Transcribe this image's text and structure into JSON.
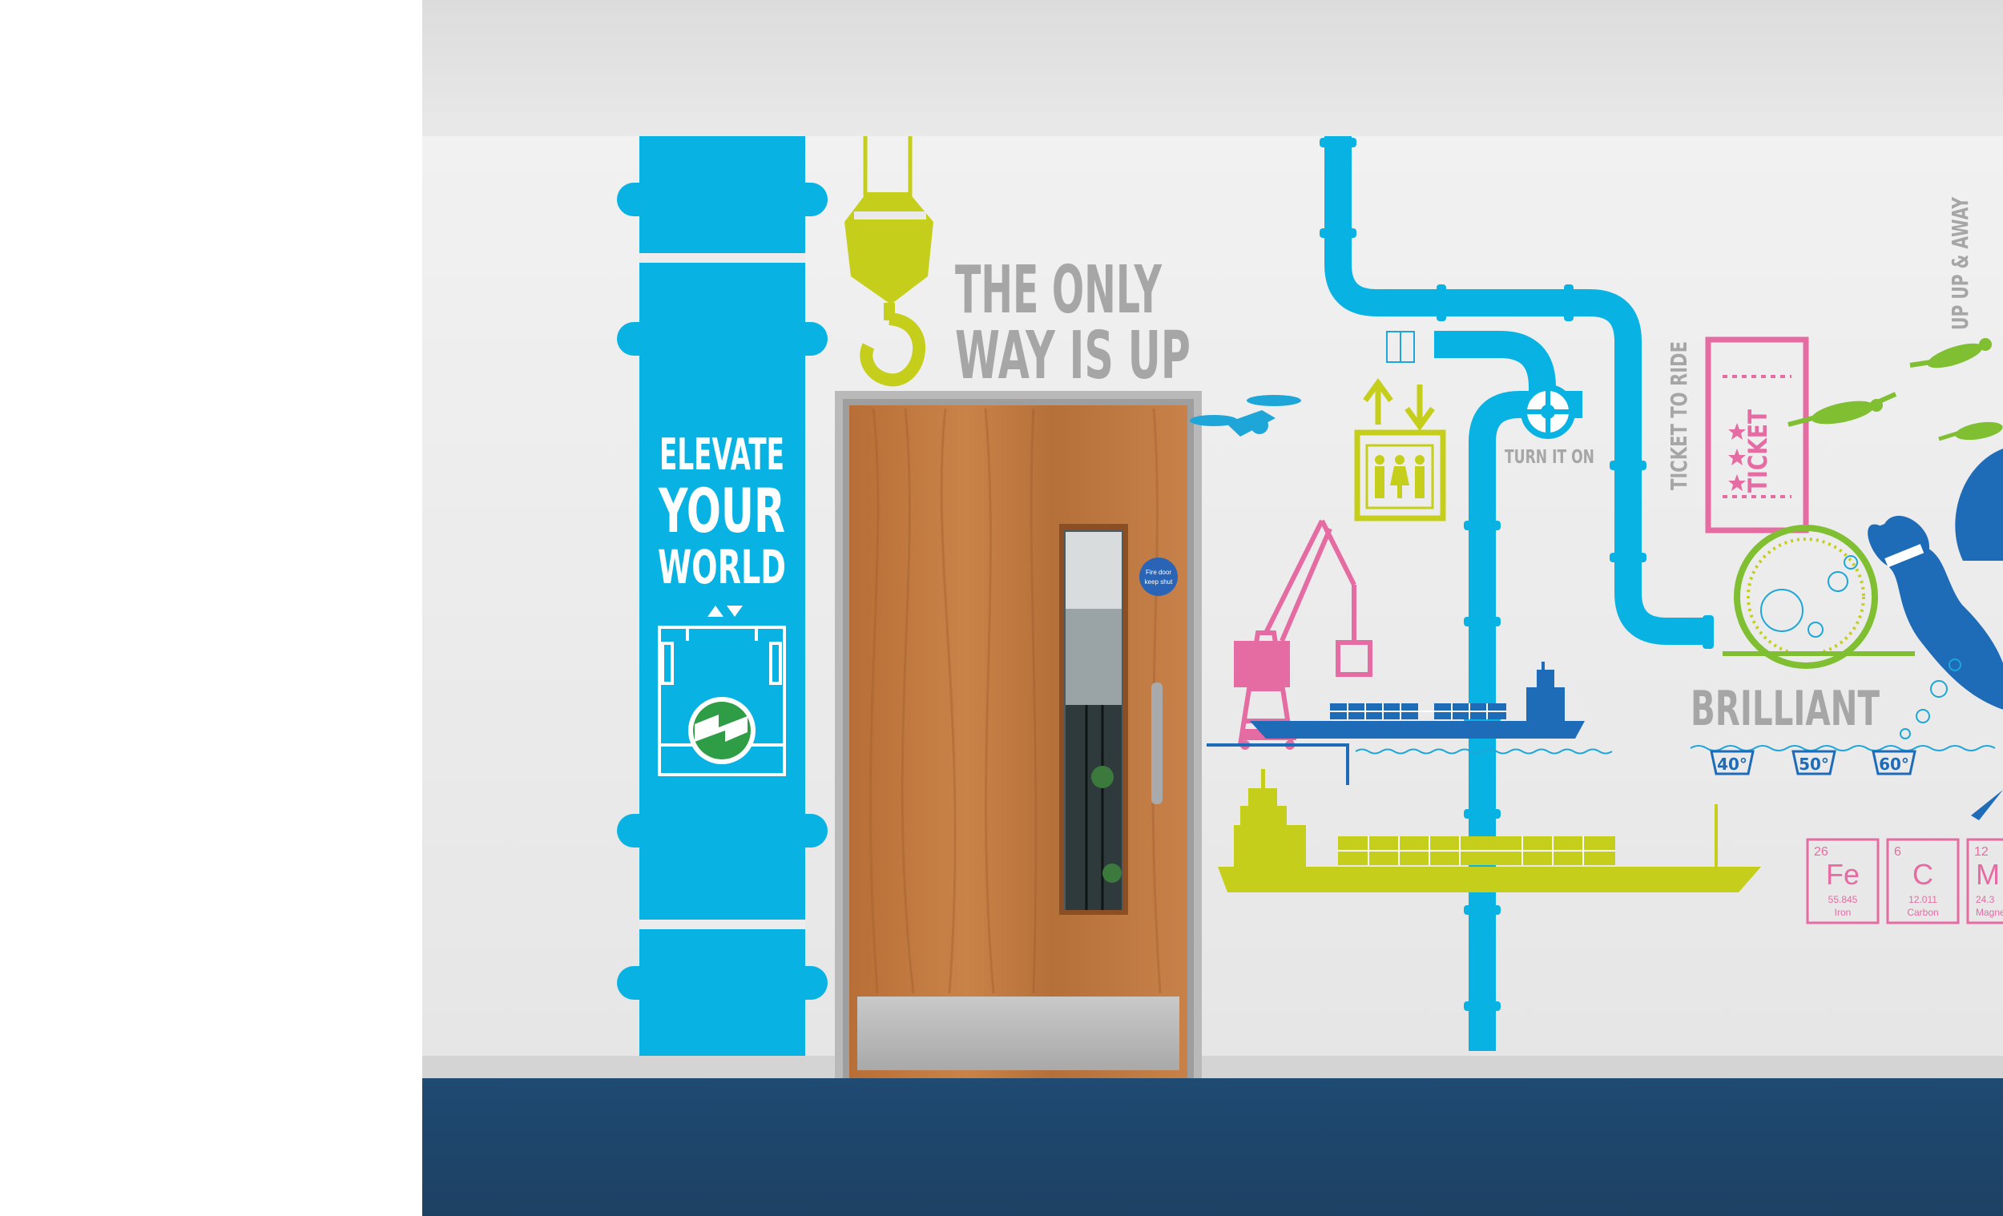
{
  "colors": {
    "pipe": "#08b3e3",
    "lime": "#c5cf1b",
    "pink": "#e56ba3",
    "navy": "#1e6bb8",
    "grey": "#a6a6a6",
    "green": "#7fbf31",
    "floor": "#1f4569",
    "door": "#c17a3f"
  },
  "column": {
    "line1": "ELEVATE",
    "line2": "YOUR",
    "line3": "WORLD"
  },
  "headline": {
    "line1": "THE ONLY",
    "line2": "WAY IS UP"
  },
  "door": {
    "fire_sign_line1": "Fire door",
    "fire_sign_line2": "keep shut"
  },
  "labels": {
    "turn_it_on": "TURN IT ON",
    "ticket_to_ride": "TICKET TO RIDE",
    "ticket": "TICKET",
    "up_up_away": "UP UP & AWAY",
    "brilliant": "BRILLIANT"
  },
  "wash_temps": [
    "40°",
    "50°",
    "60°"
  ],
  "elements": [
    {
      "number": "26",
      "symbol": "Fe",
      "mass": "55.845",
      "name": "Iron"
    },
    {
      "number": "6",
      "symbol": "C",
      "mass": "12.011",
      "name": "Carbon"
    },
    {
      "number": "12",
      "symbol": "M",
      "mass": "24.3",
      "name": "Magne"
    }
  ],
  "icons": [
    "lift-arrows-icon",
    "lift-people-icon",
    "drone-icon",
    "crane-hook-icon",
    "valve-wheel-icon",
    "bowling-pin-icon",
    "skydiver-icon",
    "brand-logo-icon"
  ]
}
